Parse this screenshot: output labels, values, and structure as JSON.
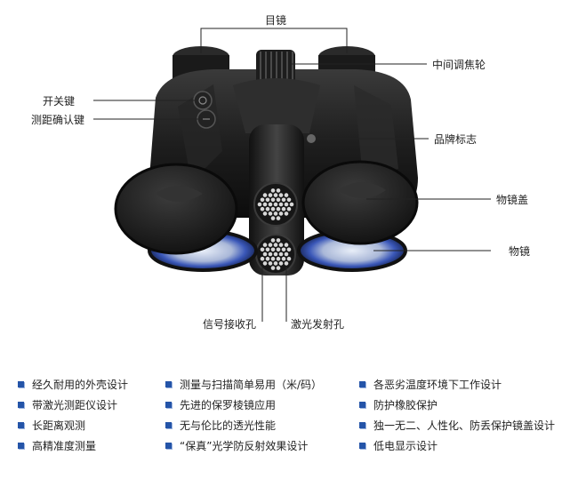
{
  "callouts": {
    "eyepiece": "目镜",
    "focus_wheel": "中间调焦轮",
    "power_key": "开关键",
    "range_confirm_key": "测距确认键",
    "brand_logo": "品牌标志",
    "lens_cap": "物镜盖",
    "objective_lens": "物镜",
    "receiver_hole": "信号接收孔",
    "laser_emitter_hole": "激光发射孔"
  },
  "features": {
    "col1": [
      "经久耐用的外壳设计",
      "带激光测距仪设计",
      "长距离观测",
      "高精准度测量"
    ],
    "col2": [
      "测量与扫描简单易用（米/码）",
      "先进的保罗棱镜应用",
      "无与伦比的透光性能",
      "“保真”光学防反射效果设计"
    ],
    "col3": [
      "各恶劣温度环境下工作设计",
      "防护橡胶保护",
      "独一无二、人性化、防丢保护镜盖设计",
      "低电显示设计"
    ]
  },
  "colors": {
    "bullet": "#2454a8",
    "body": "#1c1c1c",
    "lens_blue": "#3a57b8"
  }
}
